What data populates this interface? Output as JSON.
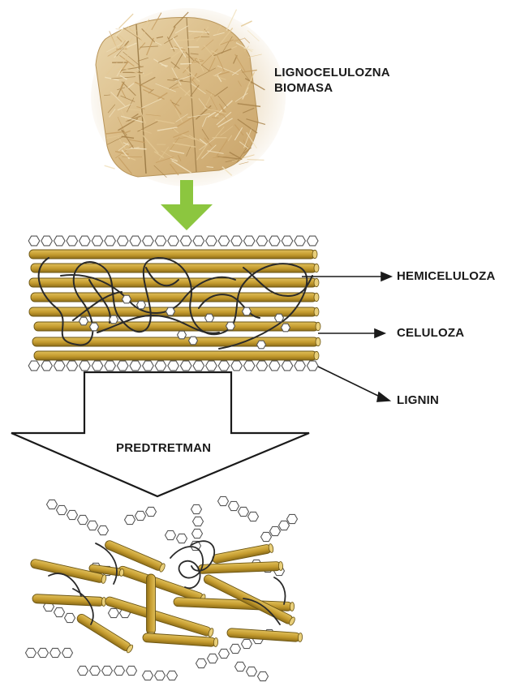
{
  "labels": {
    "biomass_line1": "LIGNOCELULOZNA",
    "biomass_line2": "BIOMASA",
    "hemicellulose": "HEMICELULOZA",
    "cellulose": "CELULOZA",
    "lignin": "LIGNIN",
    "pretreatment": "PREDTRETMAN"
  },
  "colors": {
    "fiber_fill": "#c8a33a",
    "fiber_stroke": "#6b5514",
    "hemi_strand": "#2a2a2a",
    "green_arrow": "#8cc63f",
    "lignin_stroke": "#555555",
    "straw_light": "#e8d3a6",
    "straw_mid": "#d7b77f",
    "straw_dark": "#b08a4e"
  },
  "icons": {
    "biomass": "straw-bale-image",
    "lignin": "hexagon-ring-chain",
    "cellulose": "fiber-rod",
    "hemicellulose": "tangled-strand"
  }
}
